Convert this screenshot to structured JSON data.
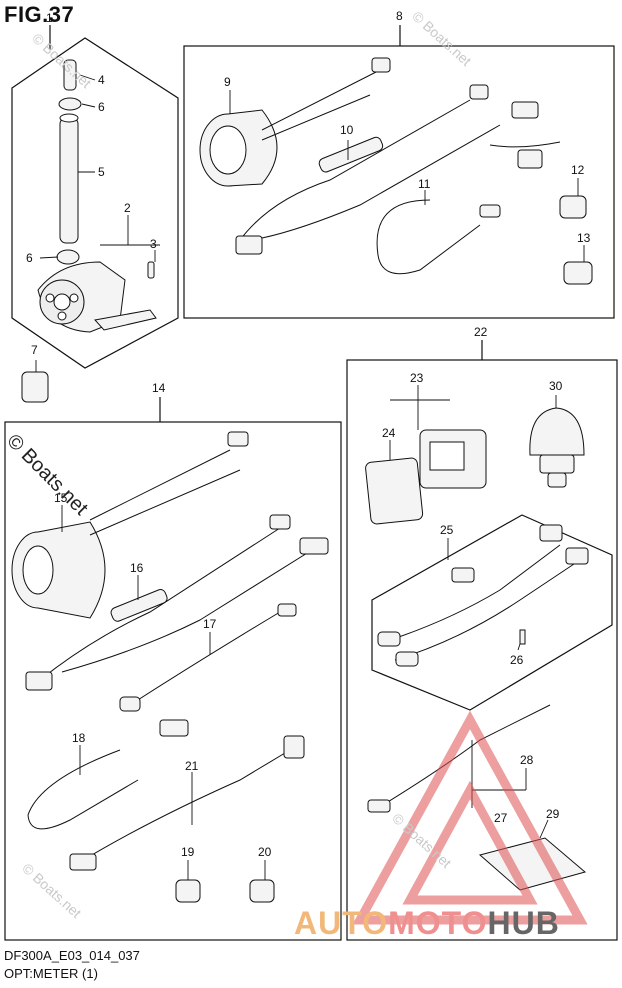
{
  "figure": {
    "title": "FIG.37",
    "code": "DF300A_E03_014_037",
    "caption": "OPT:METER (1)"
  },
  "callouts": [
    "1",
    "2",
    "3",
    "4",
    "5",
    "6",
    "6",
    "7",
    "8",
    "9",
    "10",
    "11",
    "12",
    "13",
    "14",
    "15",
    "16",
    "17",
    "18",
    "19",
    "20",
    "21",
    "22",
    "23",
    "24",
    "25",
    "26",
    "27",
    "28",
    "29",
    "30"
  ],
  "copyright": "© Boats.net",
  "watermark_text": "© Boats.net",
  "brand": {
    "part1": "AUTO",
    "part2": "MOTO",
    "part3": "HUB"
  },
  "colors": {
    "line": "#111111",
    "watermark_triangle": "#e05050",
    "brand_auto": "#f2b87a",
    "brand_moto": "#ef8f8f",
    "brand_hub": "#666666"
  }
}
